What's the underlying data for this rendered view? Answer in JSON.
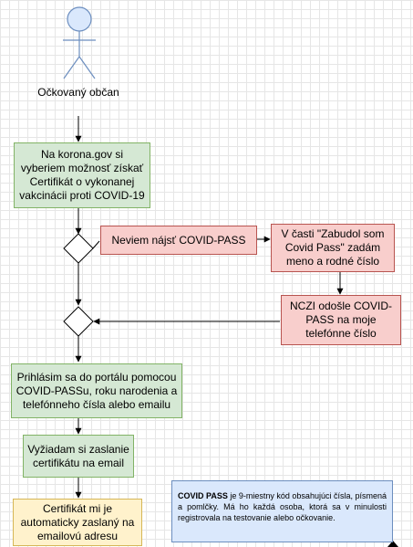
{
  "actor": {
    "label": "Očkovaný občan"
  },
  "nodes": {
    "step1": "Na korona.gov si vyberiem možnosť získať Certifikát o vykonanej vakcinácii proti COVID-19",
    "not_found": "Neviem nájsť COVID-PASS",
    "zabudol": "V časti \"Zabudol som Covid Pass\" zadám meno a rodné číslo",
    "nczi": "NCZI odošle COVID-PASS na moje telefónne číslo",
    "login": "Prihlásim sa do portálu pomocou COVID-PASSu, roku narodenia a telefónneho čísla alebo emailu",
    "request": "Vyžiadam si zaslanie certifikátu na email",
    "auto_sent": "Certifikát mi je automaticky zaslaný na emailovú adresu"
  },
  "note": {
    "title": "COVID PASS",
    "text": " je 9-miestny kód obsahujúci čísla, písmená a pomlčky. Má ho každá osoba, ktorá sa v minulosti registrovala na testovanie alebo očkovanie."
  },
  "colors": {
    "green_fill": "#d5e8d4",
    "green_stroke": "#82b366",
    "red_fill": "#f8cecc",
    "red_stroke": "#b85450",
    "yellow_fill": "#fff2cc",
    "yellow_stroke": "#d6b656",
    "blue_fill": "#dae8fc",
    "blue_stroke": "#6c8ebf"
  }
}
